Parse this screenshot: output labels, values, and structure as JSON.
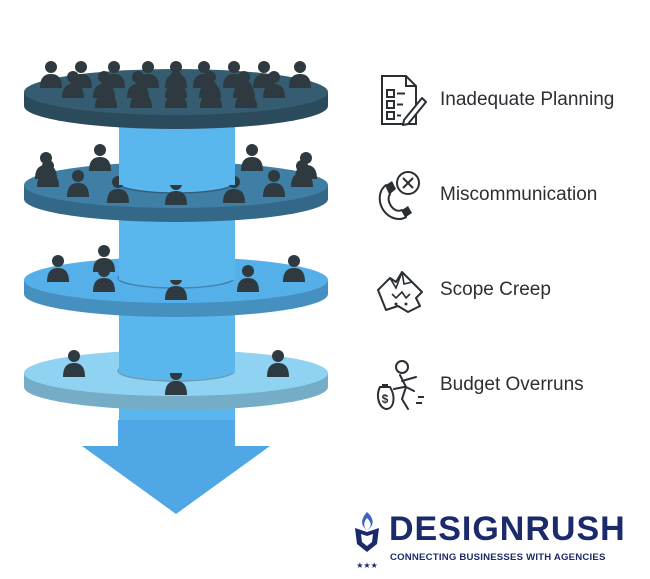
{
  "diagram": {
    "layers": [
      {
        "label": "Inadequate Planning",
        "icon": "planning-checklist-icon",
        "color": "#355c70",
        "people": 21
      },
      {
        "label": "Miscommunication",
        "icon": "miscommunication-icon",
        "color": "#3f7fa6",
        "people": 11
      },
      {
        "label": "Scope Creep",
        "icon": "scope-creep-icon",
        "color": "#55b0ea",
        "people": 6
      },
      {
        "label": "Budget Overruns",
        "icon": "budget-overruns-icon",
        "color": "#8fd2f2",
        "people": 3
      }
    ],
    "arrow_color": "#4fa7e6",
    "column_color": "#5ab7ee"
  },
  "brand": {
    "name": "DESIGNRUSH",
    "tagline": "CONNECTING BUSINESSES WITH AGENCIES",
    "color": "#1b2a6b",
    "icon": "designrush-logo-icon"
  }
}
